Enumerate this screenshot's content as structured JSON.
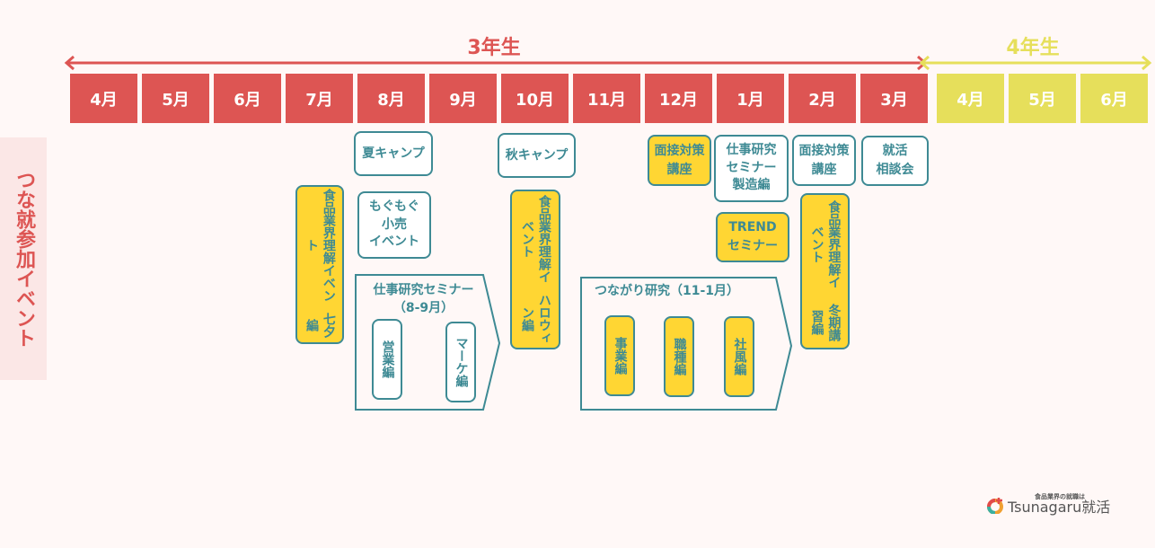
{
  "years": {
    "y3": "3年生",
    "y4": "4年生"
  },
  "months3": [
    "4月",
    "5月",
    "6月",
    "7月",
    "8月",
    "9月",
    "10月",
    "11月",
    "12月",
    "1月",
    "2月",
    "3月"
  ],
  "months4": [
    "4月",
    "5月",
    "6月"
  ],
  "side_label": "つな就参加イベント",
  "events": {
    "tanabata": {
      "a": "食品業界理解イベント",
      "b": "七夕編"
    },
    "summer_camp": "夏キャンプ",
    "mogumogu": [
      "もぐもぐ",
      "小売",
      "イベント"
    ],
    "job_seminar": {
      "title": "仕事研究セミナー",
      "period": "（8-9月）",
      "a": "営業編",
      "b": "マーケ編"
    },
    "autumn_camp": "秋キャンプ",
    "halloween": {
      "a": "食品業界理解イベント",
      "b": "ハロウィン編"
    },
    "interview1": [
      "面接対策",
      "講座"
    ],
    "manufacturing": [
      "仕事研究",
      "セミナー",
      "製造編"
    ],
    "trend": [
      "TREND",
      "セミナー"
    ],
    "tsunagari": {
      "title": "つながり研究（11-1月）",
      "a": "事業編",
      "b": "職種編",
      "c": "社風編"
    },
    "interview2": [
      "面接対策",
      "講座"
    ],
    "winter": {
      "a": "食品業界理解イベント",
      "b": "冬期講習編"
    },
    "consult": [
      "就活",
      "相談会"
    ]
  },
  "logo": {
    "tagline": "食品業界の就職は",
    "name": "Tsunagaru就活"
  },
  "colors": {
    "red": "#dd5553",
    "yellow": "#e6df5b",
    "teal": "#3e8a94",
    "box_yellow": "#ffd633"
  }
}
